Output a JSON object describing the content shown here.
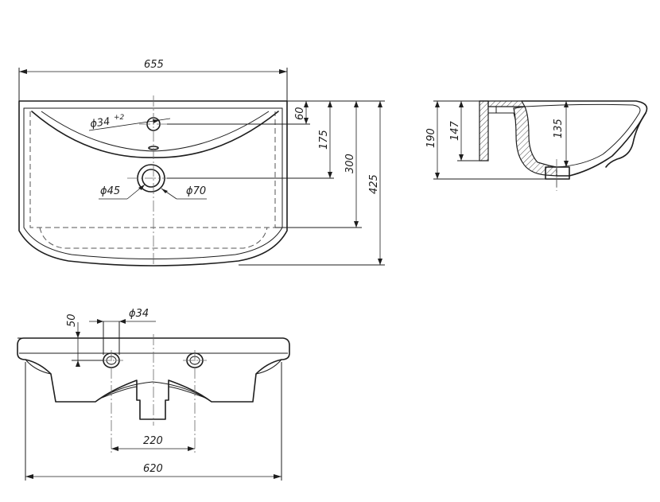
{
  "dimensions": {
    "top_width": "655",
    "hole_diameter": "ϕ34",
    "hole_tolerance": "+2",
    "drain_inner": "ϕ45",
    "drain_outer": "ϕ70",
    "hole_offset": "60",
    "drain_offset": "175",
    "bowl_depth": "300",
    "total_depth": "425",
    "side_height": "190",
    "side_inner_height": "147",
    "side_bowl_depth": "135",
    "front_hole_offset": "50",
    "front_hole_diameter": "ϕ34",
    "hole_spacing": "220",
    "front_width": "620"
  },
  "colors": {
    "line": "#1e1e1e",
    "background": "#ffffff"
  }
}
